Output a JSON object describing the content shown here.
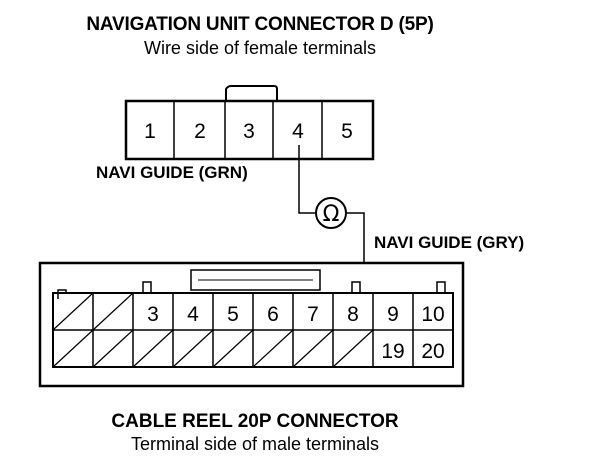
{
  "connector_d": {
    "title": "NAVIGATION UNIT CONNECTOR D (5P)",
    "subtitle": "Wire side of female terminals",
    "pins": [
      "1",
      "2",
      "3",
      "4",
      "5"
    ]
  },
  "cable_reel": {
    "title": "CABLE REEL 20P CONNECTOR",
    "subtitle": "Terminal side of male terminals",
    "top_row_pins": [
      "3",
      "4",
      "5",
      "6",
      "7",
      "8",
      "9",
      "10"
    ],
    "bottom_row_pins": [
      "19",
      "20"
    ]
  },
  "wires": {
    "grn_label": "NAVI GUIDE (GRN)",
    "gry_label": "NAVI GUIDE (GRY)"
  },
  "meter": {
    "symbol": "Ω",
    "icon": "ohmmeter-icon"
  }
}
